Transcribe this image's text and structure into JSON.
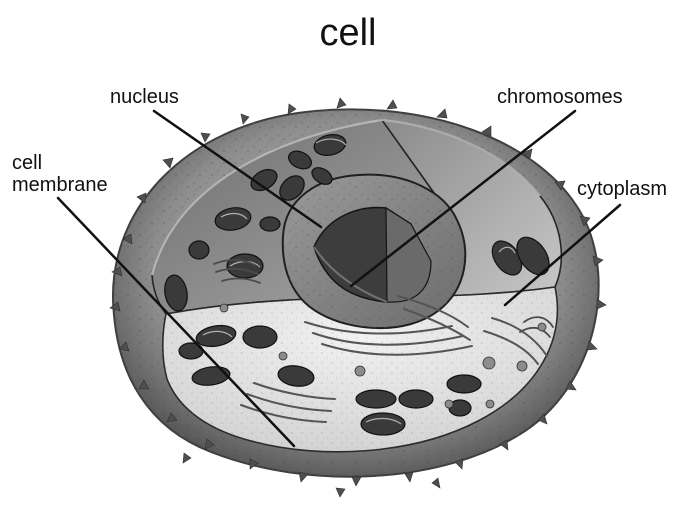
{
  "diagram": {
    "title": "cell",
    "labels": {
      "nucleus": "nucleus",
      "chromosomes": "chromosomes",
      "cell_membrane_line1": "cell",
      "cell_membrane_line2": "membrane",
      "cytoplasm": "cytoplasm"
    }
  }
}
